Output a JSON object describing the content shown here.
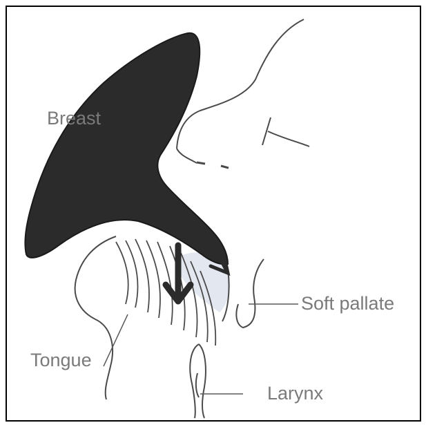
{
  "labels": {
    "breast": "Breast",
    "soft_pallate": "Soft pallate",
    "tongue": "Tongue",
    "larynx": "Larynx"
  },
  "colors": {
    "breast_fill": "#2b2b2b",
    "line": "#4a4a4a",
    "label_text": "#7a7a7a",
    "palate_tint": "#e3e7ef",
    "frame": "#000000"
  }
}
